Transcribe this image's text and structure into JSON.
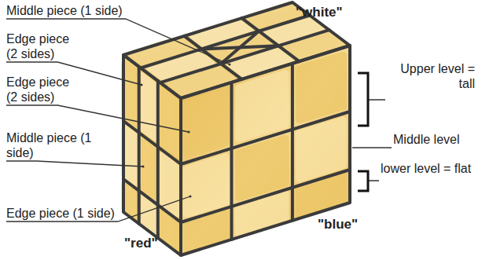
{
  "diagram": {
    "labels": [
      "Middle piece (1 side)",
      "Edge piece (2 sides)",
      "Edge piece (2 sides)",
      "Middle piece (1 side)",
      "Edge piece (1 side)",
      "\"white\"",
      "Upper level = tall",
      "Middle level",
      "lower level = flat",
      "\"red\"",
      "\"blue\""
    ]
  }
}
